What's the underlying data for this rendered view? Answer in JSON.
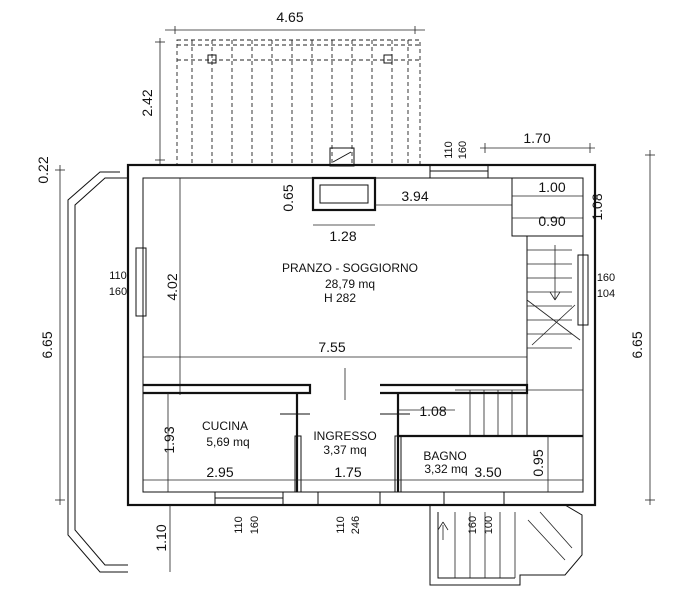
{
  "rooms": {
    "pranzo": {
      "name": "PRANZO - SOGGIORNO",
      "area": "28,79 mq",
      "height": "H 282"
    },
    "cucina": {
      "name": "CUCINA",
      "area": "5,69 mq"
    },
    "ingresso": {
      "name": "INGRESSO",
      "area": "3,37 mq"
    },
    "bagno": {
      "name": "BAGNO",
      "area": "3,32 mq"
    }
  },
  "dimensions": {
    "pergola_width": "4.65",
    "pergola_depth": "2.42",
    "balcony_right": "1.70",
    "wall_offset": "0.22",
    "left_height": "6.65",
    "right_height": "6.65",
    "fireplace_depth": "0.65",
    "fireplace_width": "1.28",
    "living_depth": "4.02",
    "living_width_partial": "3.94",
    "stair_1": "1.00",
    "stair_2": "0.90",
    "stair_3": "1.08",
    "living_width": "7.55",
    "kitchen_depth": "1.93",
    "kitchen_width": "2.95",
    "entrance_width": "1.75",
    "bath_width": "3.50",
    "bath_depth": "0.95",
    "hall_width": "1.08",
    "bottom_offset": "1.10"
  },
  "windows": {
    "top_window": [
      "110",
      "160"
    ],
    "left_window": [
      "110",
      "160"
    ],
    "right_window": [
      "160",
      "104"
    ],
    "kitchen_window": [
      "110",
      "160"
    ],
    "entrance_door": [
      "110",
      "246"
    ],
    "stair_door": [
      "160",
      "100"
    ]
  }
}
